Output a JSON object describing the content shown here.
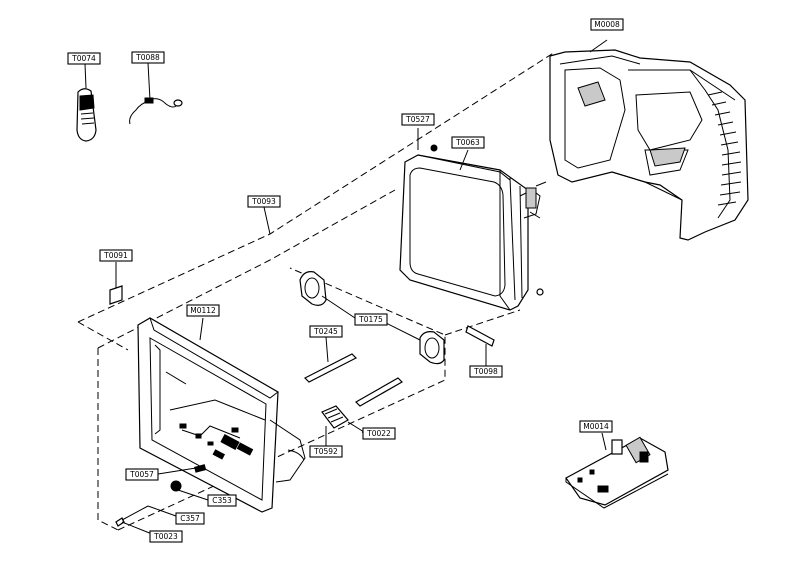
{
  "labels": {
    "t0074": "T0074",
    "t0088": "T0088",
    "m0008": "M0008",
    "t0527": "T0527",
    "t0063": "T0063",
    "t0093": "T0093",
    "t0091": "T0091",
    "m0112": "M0112",
    "t0175": "T0175",
    "t0245": "T0245",
    "t0098": "T0098",
    "t0022": "T0022",
    "t0592": "T0592",
    "m0014": "M0014",
    "t0057": "T0057",
    "c353": "C353",
    "c357": "C357",
    "t0023": "T0023"
  }
}
